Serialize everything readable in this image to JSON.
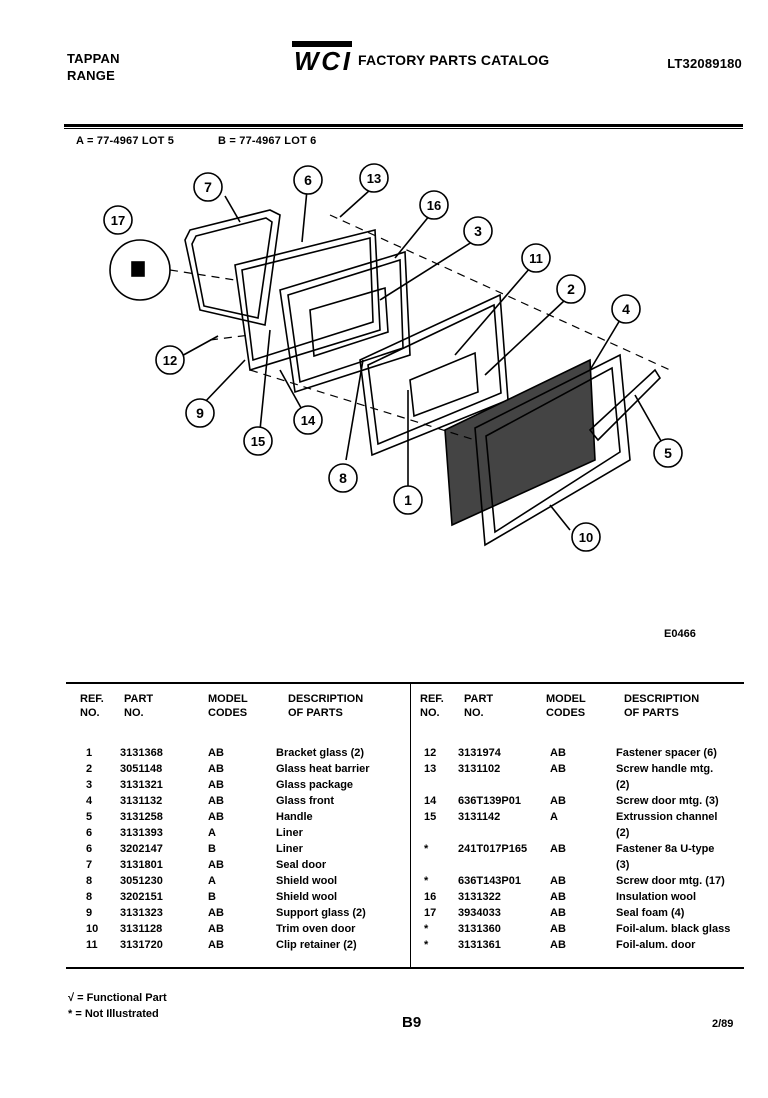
{
  "header": {
    "brand_line1": "TAPPAN",
    "brand_line2": "RANGE",
    "catalog_title": "FACTORY PARTS CATALOG",
    "catalog_number": "LT32089180",
    "logo_text": "WCI"
  },
  "models": {
    "a": "A = 77-4967 LOT 5",
    "b": "B = 77-4967 LOT 6"
  },
  "diagram": {
    "code": "E0466",
    "callouts": [
      "7",
      "6",
      "13",
      "17",
      "16",
      "3",
      "11",
      "2",
      "4",
      "12",
      "9",
      "14",
      "15",
      "8",
      "1",
      "5",
      "10"
    ]
  },
  "table": {
    "headers": {
      "ref": [
        "REF.",
        "NO."
      ],
      "part": [
        "PART",
        "NO."
      ],
      "model": [
        "MODEL",
        "CODES"
      ],
      "desc": [
        "DESCRIPTION",
        "OF PARTS"
      ]
    },
    "left": [
      {
        "ref": "1",
        "part": "3131368",
        "model": "AB",
        "desc": "Bracket glass (2)"
      },
      {
        "ref": "2",
        "part": "3051148",
        "model": "AB",
        "desc": "Glass heat barrier"
      },
      {
        "ref": "3",
        "part": "3131321",
        "model": "AB",
        "desc": "Glass package"
      },
      {
        "ref": "4",
        "part": "3131132",
        "model": "AB",
        "desc": "Glass front"
      },
      {
        "ref": "5",
        "part": "3131258",
        "model": "AB",
        "desc": "Handle"
      },
      {
        "ref": "6",
        "part": "3131393",
        "model": "A",
        "desc": "Liner"
      },
      {
        "ref": "6",
        "part": "3202147",
        "model": "B",
        "desc": "Liner"
      },
      {
        "ref": "7",
        "part": "3131801",
        "model": "AB",
        "desc": "Seal door"
      },
      {
        "ref": "8",
        "part": "3051230",
        "model": "A",
        "desc": "Shield wool"
      },
      {
        "ref": "8",
        "part": "3202151",
        "model": "B",
        "desc": "Shield wool"
      },
      {
        "ref": "9",
        "part": "3131323",
        "model": "AB",
        "desc": "Support glass (2)"
      },
      {
        "ref": "10",
        "part": "3131128",
        "model": "AB",
        "desc": "Trim oven door"
      },
      {
        "ref": "11",
        "part": "3131720",
        "model": "AB",
        "desc": "Clip retainer (2)"
      }
    ],
    "right": [
      {
        "ref": "12",
        "part": "3131974",
        "model": "AB",
        "desc": "Fastener spacer (6)"
      },
      {
        "ref": "13",
        "part": "3131102",
        "model": "AB",
        "desc": "Screw handle mtg."
      },
      {
        "ref": "",
        "part": "",
        "model": "",
        "desc": "(2)"
      },
      {
        "ref": "14",
        "part": "636T139P01",
        "model": "AB",
        "desc": "Screw door mtg. (3)"
      },
      {
        "ref": "15",
        "part": "3131142",
        "model": "A",
        "desc": "Extrussion channel"
      },
      {
        "ref": "",
        "part": "",
        "model": "",
        "desc": "(2)"
      },
      {
        "ref": "*",
        "part": "241T017P165",
        "model": "AB",
        "desc": "Fastener 8a U-type"
      },
      {
        "ref": "",
        "part": "",
        "model": "",
        "desc": "(3)"
      },
      {
        "ref": "*",
        "part": "636T143P01",
        "model": "AB",
        "desc": "Screw door mtg. (17)"
      },
      {
        "ref": "16",
        "part": "3131322",
        "model": "AB",
        "desc": "Insulation wool"
      },
      {
        "ref": "17",
        "part": "3934033",
        "model": "AB",
        "desc": "Seal foam (4)"
      },
      {
        "ref": "*",
        "part": "3131360",
        "model": "AB",
        "desc": "Foil-alum. black glass"
      },
      {
        "ref": "*",
        "part": "3131361",
        "model": "AB",
        "desc": "Foil-alum. door"
      }
    ]
  },
  "legend": {
    "functional": "√ = Functional Part",
    "not_illustrated": "* = Not Illustrated"
  },
  "footer": {
    "page_code": "B9",
    "date": "2/89"
  }
}
